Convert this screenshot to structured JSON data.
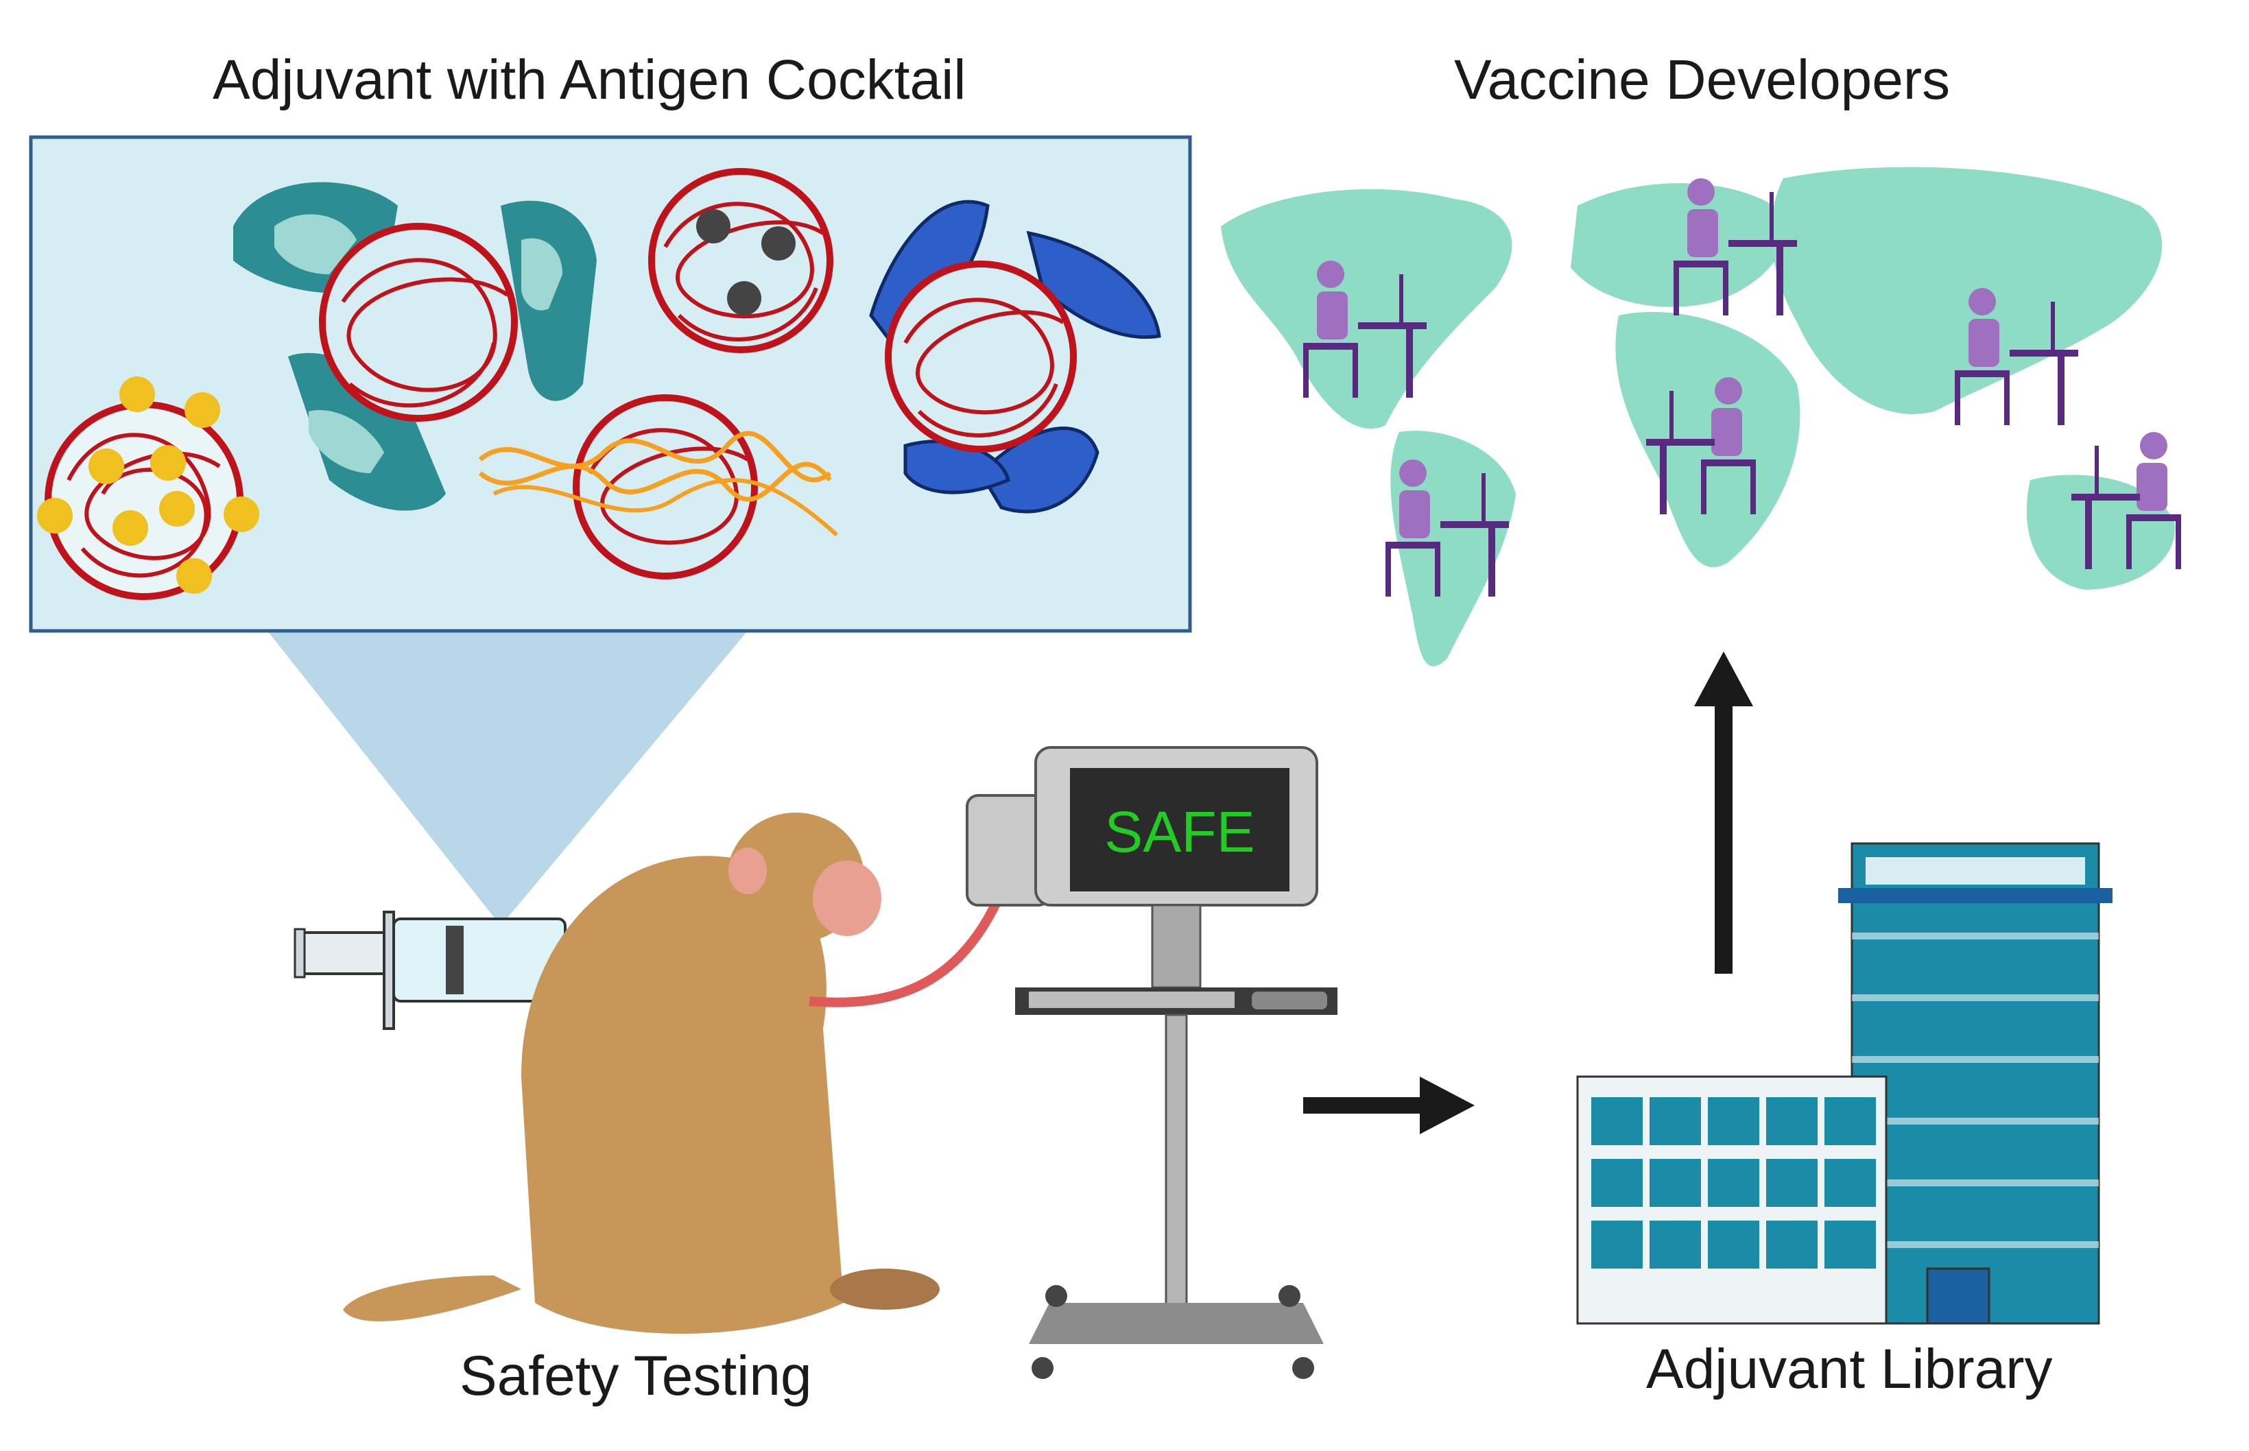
{
  "labels": {
    "adjuvant_cocktail": "Adjuvant with Antigen Cocktail",
    "vaccine_developers": "Vaccine Developers",
    "safety_testing": "Safety Testing",
    "adjuvant_library": "Adjuvant Library",
    "monitor_text": "SAFE"
  },
  "colors": {
    "panel_fill": "#d6eef3",
    "panel_border": "#2f5d8f",
    "nanoparticle": "#c0121b",
    "gold_particle": "#f0c020",
    "teal_antigen": "#2c8e93",
    "blue_antigen": "#2e5ec8",
    "orange_dna": "#f5a020",
    "world_map": "#8fdcc4",
    "developer": "#5a2a82",
    "monitor_text": "#22cc22",
    "building": "#1a8ca8",
    "arrow": "#1a1a1a",
    "monkey": "#c9965a",
    "tube": "#e05a5a"
  },
  "icons": [
    "syringe-icon",
    "monkey-icon",
    "monitor-cart-icon",
    "building-icon",
    "world-map-icon",
    "developer-icon",
    "arrow-icon"
  ]
}
